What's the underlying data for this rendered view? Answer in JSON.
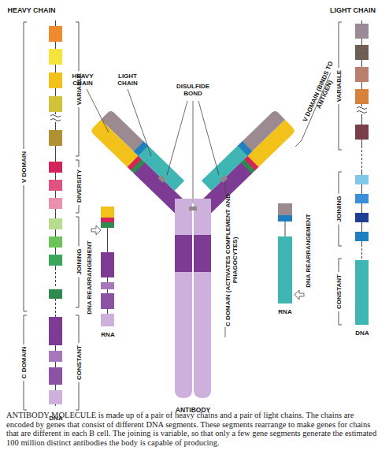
{
  "diagram": {
    "caption": "ANTIBODY MOLECULE is made up of a pair of heavy chains and a pair of light chains. The chains are encoded by genes that consist of different DNA segments. These segments rearrange to make genes for chains that are different in each B cell. The joining is variable, so that only a few gene segments generate the estimated 100 million distinct antibodies the body is capable of producing.",
    "labels": [
      "HEAVY CHAIN",
      "LIGHT CHAIN",
      "V DOMAIN",
      "VARIABLE",
      "DIVERSITY",
      "JOINING",
      "C DOMAIN",
      "CONSTANT",
      "DNA",
      "HEAVY CHAIN",
      "LIGHT CHAIN",
      "DISULFIDE BOND",
      "V DOMAIN (BINDS TO ANTIGEN)",
      "C DOMAIN (ACTIVATES COMPLEMENT AND PHAGOCYTES)",
      "DNA REARRANGEMENT",
      "RNA",
      "ANTIBODY",
      "DNA REARRANGEMENT",
      "RNA",
      "VARIABLE",
      "JOINING",
      "CONSTANT",
      "DNA"
    ]
  }
}
